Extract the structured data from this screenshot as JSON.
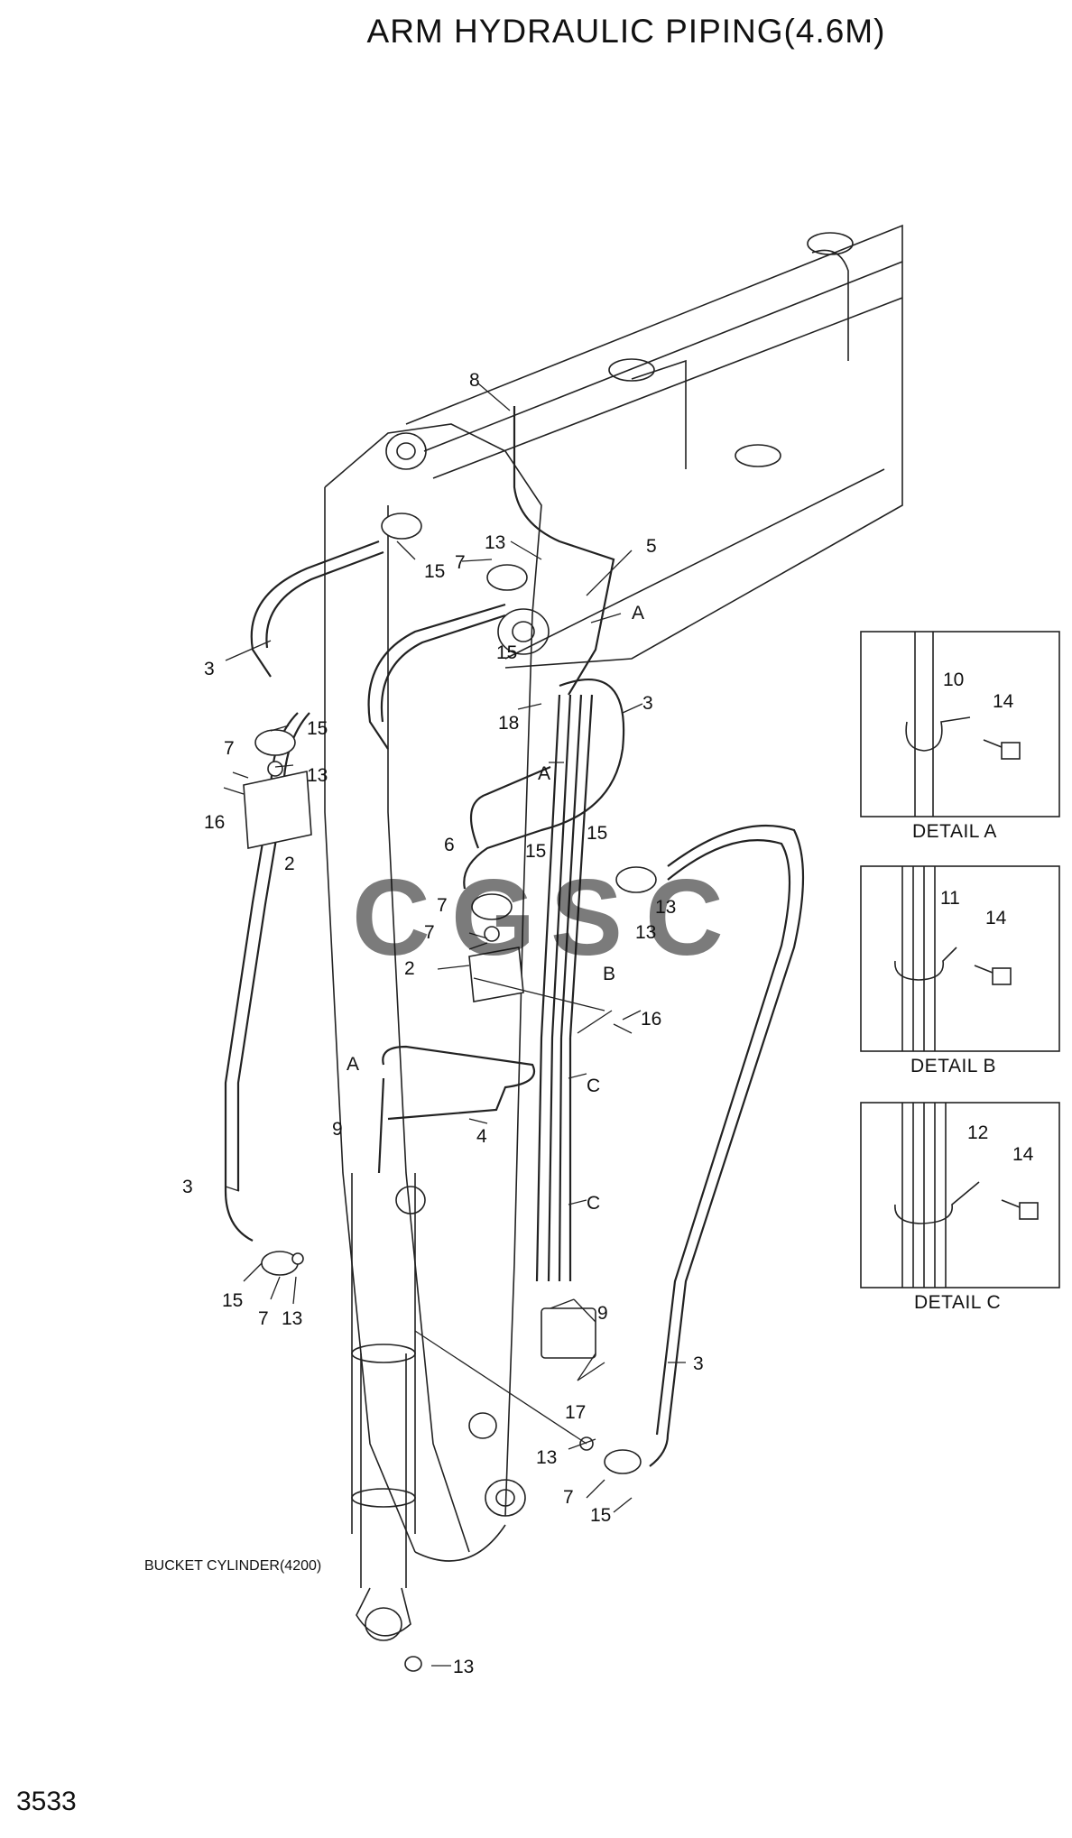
{
  "title": "ARM HYDRAULIC PIPING(4.6M)",
  "page_number": "3533",
  "note": "BUCKET CYLINDER(4200)",
  "details": [
    {
      "id": "A",
      "label": "DETAIL A",
      "part": "10",
      "bolt": "14"
    },
    {
      "id": "B",
      "label": "DETAIL B",
      "part": "11",
      "bolt": "14"
    },
    {
      "id": "C",
      "label": "DETAIL C",
      "part": "12",
      "bolt": "14"
    }
  ],
  "callouts": [
    "8",
    "7",
    "13",
    "15",
    "5",
    "A",
    "3",
    "15",
    "7",
    "15",
    "13",
    "16",
    "2",
    "18",
    "A",
    "3",
    "6",
    "15",
    "15",
    "7",
    "13",
    "7",
    "13",
    "2",
    "B",
    "16",
    "A",
    "C",
    "9",
    "4",
    "3",
    "C",
    "9",
    "17",
    "3",
    "15",
    "7",
    "13",
    "13",
    "7",
    "15",
    "13"
  ],
  "watermark": {
    "letters": [
      "C",
      "G",
      "S",
      "C"
    ],
    "colors": [
      "#4f86f7",
      "#ea4335",
      "#fbbc05",
      "#34a853"
    ]
  }
}
